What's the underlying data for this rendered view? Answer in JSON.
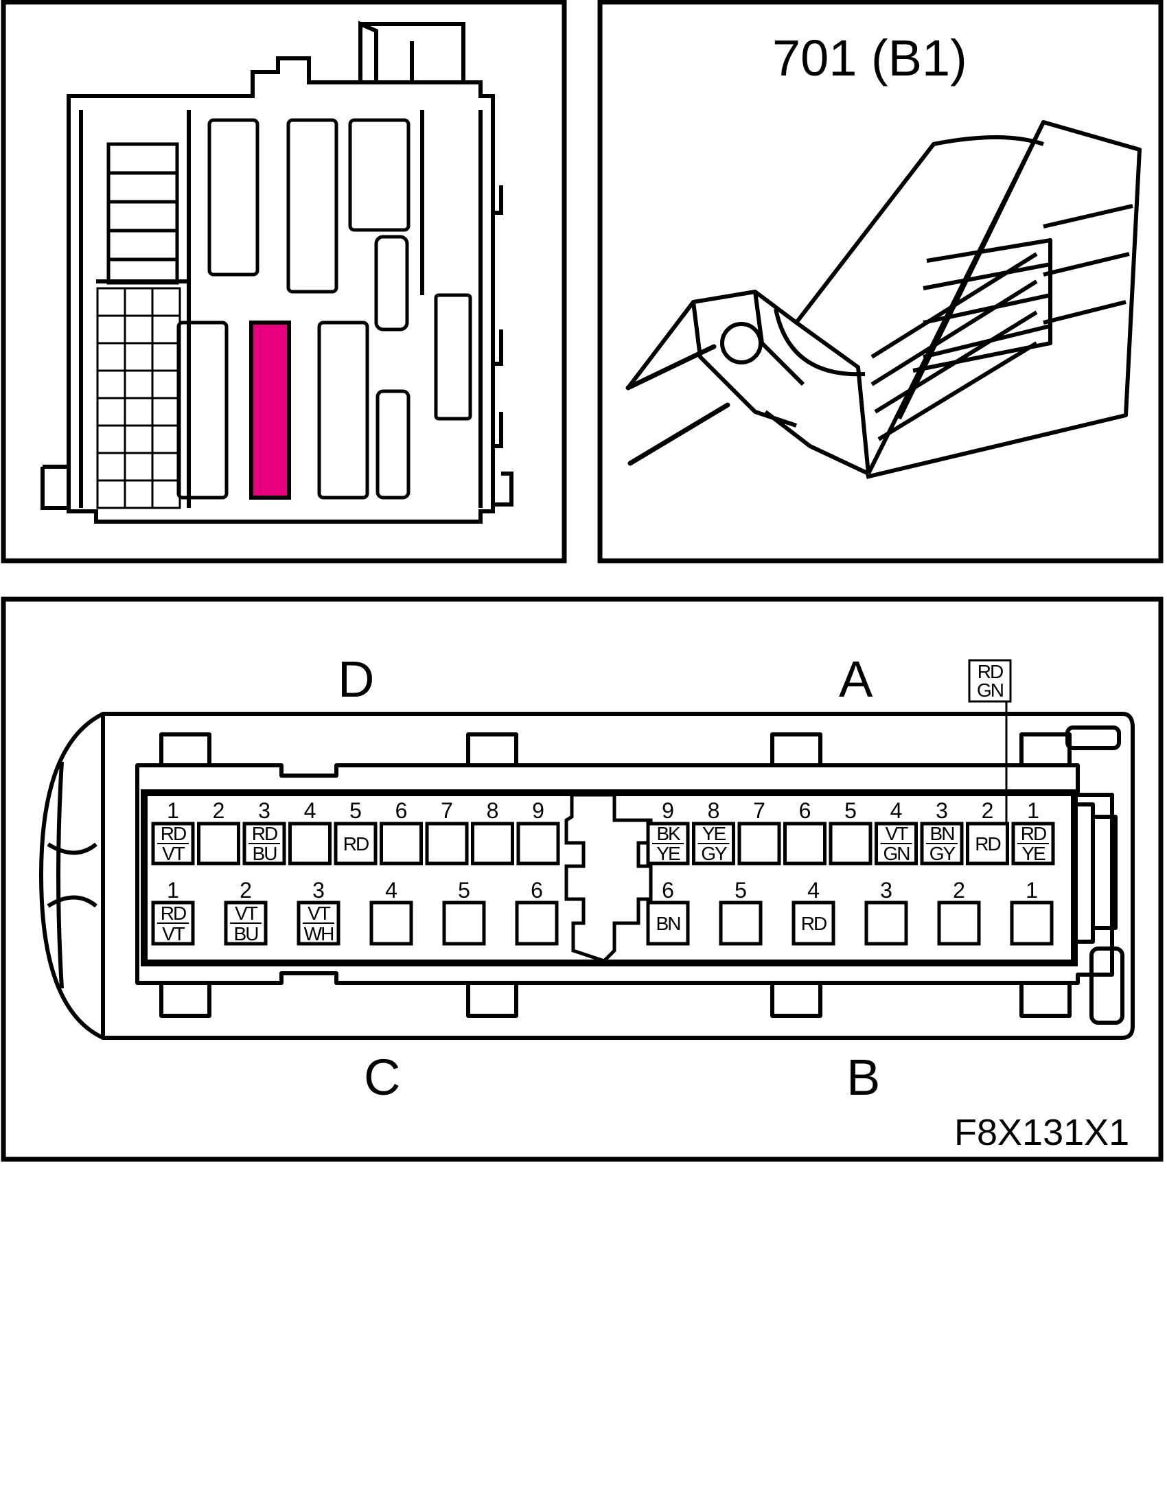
{
  "connector_title": "701 (B1)",
  "diagram_code": "F8X131X1",
  "highlight_color": "#e6007e",
  "sections": {
    "D": "D",
    "A": "A",
    "C": "C",
    "B": "B"
  },
  "callout": {
    "line1": "RD",
    "line2": "GN"
  },
  "rows": {
    "D": [
      {
        "n": "1",
        "w": [
          "RD",
          "VT"
        ]
      },
      {
        "n": "2",
        "w": []
      },
      {
        "n": "3",
        "w": [
          "RD",
          "BU"
        ]
      },
      {
        "n": "4",
        "w": []
      },
      {
        "n": "5",
        "w": [
          "RD"
        ]
      },
      {
        "n": "6",
        "w": []
      },
      {
        "n": "7",
        "w": []
      },
      {
        "n": "8",
        "w": []
      },
      {
        "n": "9",
        "w": []
      }
    ],
    "A": [
      {
        "n": "9",
        "w": [
          "BK",
          "YE"
        ]
      },
      {
        "n": "8",
        "w": [
          "YE",
          "GY"
        ]
      },
      {
        "n": "7",
        "w": []
      },
      {
        "n": "6",
        "w": []
      },
      {
        "n": "5",
        "w": []
      },
      {
        "n": "4",
        "w": [
          "VT",
          "GN"
        ]
      },
      {
        "n": "3",
        "w": [
          "BN",
          "GY"
        ]
      },
      {
        "n": "2",
        "w": [
          "RD"
        ]
      },
      {
        "n": "1",
        "w": [
          "RD",
          "YE"
        ]
      }
    ],
    "C": [
      {
        "n": "1",
        "w": [
          "RD",
          "VT"
        ]
      },
      {
        "n": "2",
        "w": [
          "VT",
          "BU"
        ]
      },
      {
        "n": "3",
        "w": [
          "VT",
          "WH"
        ]
      },
      {
        "n": "4",
        "w": []
      },
      {
        "n": "5",
        "w": []
      },
      {
        "n": "6",
        "w": []
      }
    ],
    "B": [
      {
        "n": "6",
        "w": [
          "BN"
        ]
      },
      {
        "n": "5",
        "w": []
      },
      {
        "n": "4",
        "w": [
          "RD"
        ]
      },
      {
        "n": "3",
        "w": []
      },
      {
        "n": "2",
        "w": []
      },
      {
        "n": "1",
        "w": []
      }
    ]
  }
}
